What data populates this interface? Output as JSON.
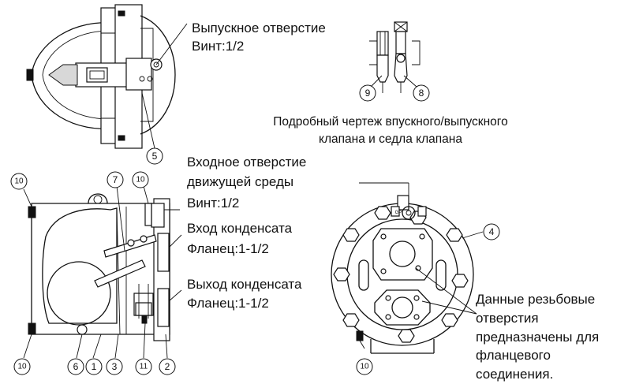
{
  "labels": {
    "outlet_title": "Выпускное отверстие",
    "outlet_spec": "Винт:1/2",
    "detail_caption_line1": "Подробный чертеж впускного/выпускного",
    "detail_caption_line2": "клапана и седла клапана",
    "motive_inlet_line1": "Входное отверстие",
    "motive_inlet_line2": "движущей среды",
    "motive_inlet_spec": "Винт:1/2",
    "condensate_in_title": "Вход конденсата",
    "condensate_in_spec": "Фланец:1-1/2",
    "condensate_out_title": "Выход конденсата",
    "condensate_out_spec": "Фланец:1-1/2",
    "threaded_line1": "Данные резьбовые",
    "threaded_line2": "отверстия",
    "threaded_line3": "предназначены для",
    "threaded_line4": "фланцевого",
    "threaded_line5": "соединения."
  },
  "callouts": {
    "c1": "1",
    "c2": "2",
    "c3": "3",
    "c4": "4",
    "c5": "5",
    "c6": "6",
    "c7": "7",
    "c8": "8",
    "c9": "9",
    "c10a": "10",
    "c10b": "10",
    "c10c": "10",
    "c10d": "10",
    "c11": "11"
  },
  "marking": {
    "gp": "GP"
  }
}
